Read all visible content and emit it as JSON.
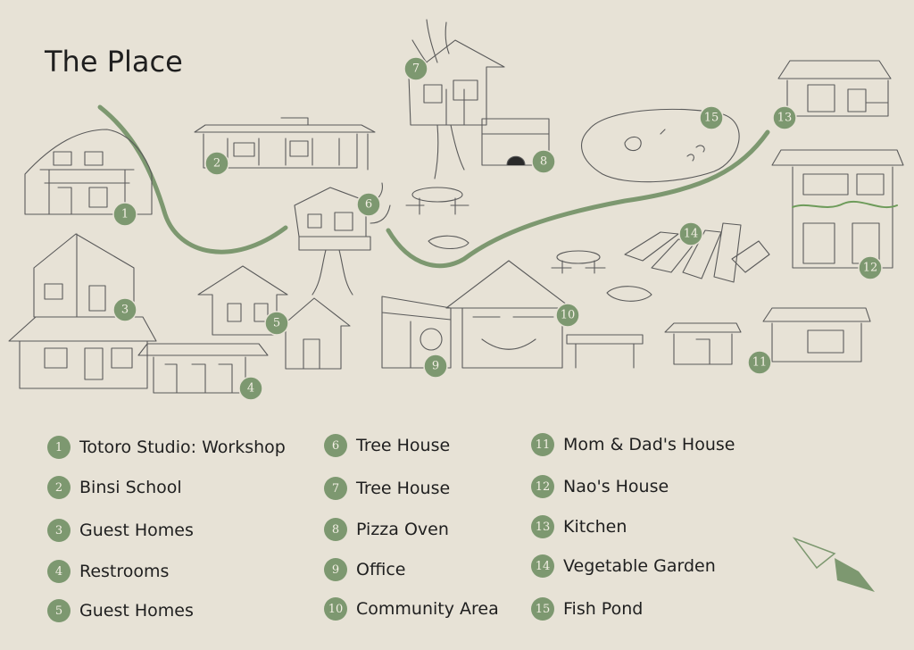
{
  "title": "The Place",
  "colors": {
    "background": "#e7e2d6",
    "accent": "#7d9870",
    "ink": "#5a5a5a"
  },
  "legend": [
    {
      "num": "1",
      "label": "Totoro Studio: Workshop"
    },
    {
      "num": "2",
      "label": "Binsi School"
    },
    {
      "num": "3",
      "label": "Guest Homes"
    },
    {
      "num": "4",
      "label": "Restrooms"
    },
    {
      "num": "5",
      "label": "Guest Homes"
    },
    {
      "num": "6",
      "label": "Tree House"
    },
    {
      "num": "7",
      "label": "Tree House"
    },
    {
      "num": "8",
      "label": "Pizza Oven"
    },
    {
      "num": "9",
      "label": "Office"
    },
    {
      "num": "10",
      "label": "Community Area"
    },
    {
      "num": "11",
      "label": "Mom & Dad's House"
    },
    {
      "num": "12",
      "label": "Nao's House"
    },
    {
      "num": "13",
      "label": "Kitchen"
    },
    {
      "num": "14",
      "label": "Vegetable Garden"
    },
    {
      "num": "15",
      "label": "Fish Pond"
    }
  ],
  "map_pins": [
    "1",
    "2",
    "3",
    "4",
    "5",
    "6",
    "7",
    "8",
    "9",
    "10",
    "11",
    "12",
    "13",
    "14",
    "15"
  ],
  "compass": {
    "icon": "north-arrow-icon"
  }
}
